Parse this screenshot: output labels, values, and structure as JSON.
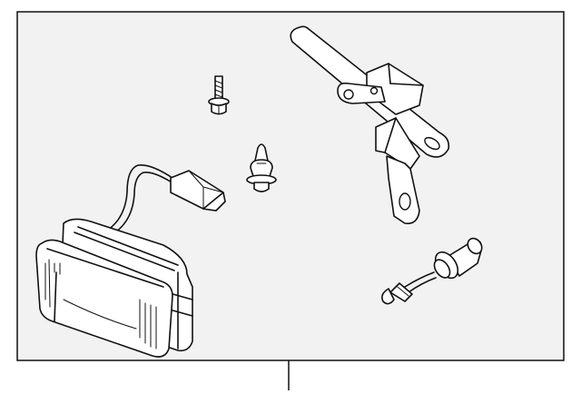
{
  "colors": {
    "panel_fill": "#f2f2f2",
    "line": "#111111",
    "background": "#ffffff"
  },
  "parts": [
    {
      "name": "fog-lamp-assembly"
    },
    {
      "name": "mounting-bolt"
    },
    {
      "name": "push-clip"
    },
    {
      "name": "mounting-bracket"
    },
    {
      "name": "bulb-and-socket"
    }
  ]
}
